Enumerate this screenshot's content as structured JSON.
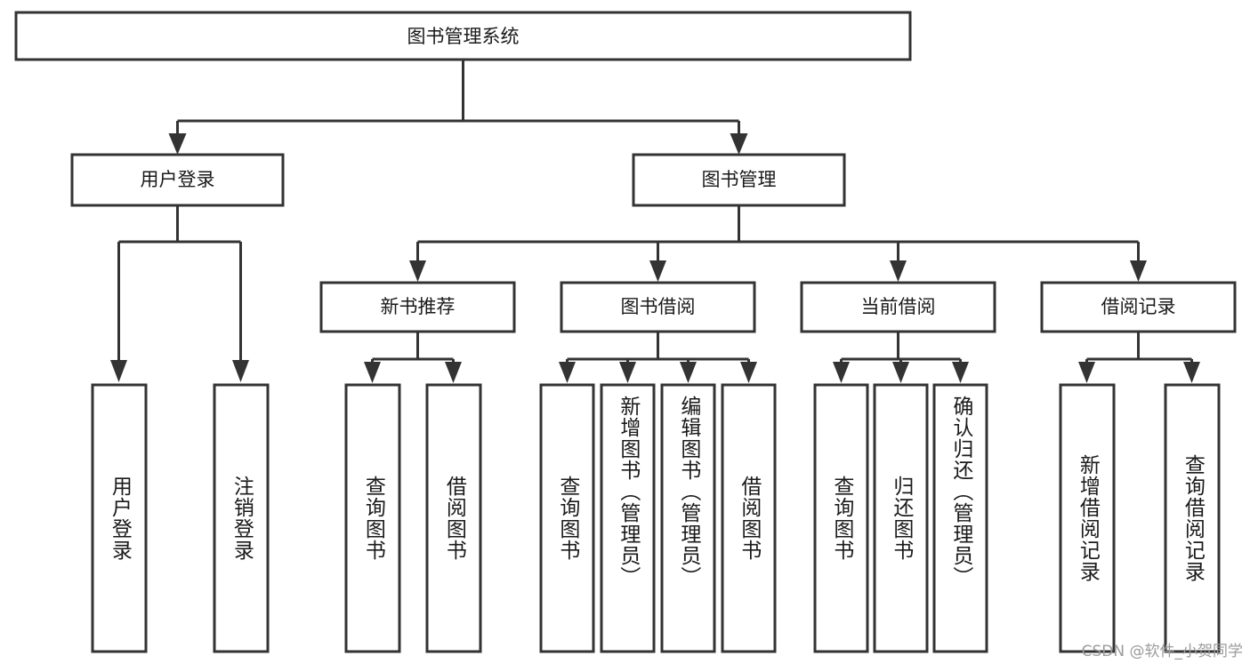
{
  "diagram": {
    "type": "tree-hierarchy",
    "title": "图书管理系统",
    "root": {
      "id": "root",
      "label": "图书管理系统"
    },
    "level2": [
      {
        "id": "user-login",
        "label": "用户登录"
      },
      {
        "id": "book-manage",
        "label": "图书管理"
      }
    ],
    "level3": [
      {
        "id": "new-book-recommend",
        "label": "新书推荐",
        "parent": "book-manage"
      },
      {
        "id": "book-borrow",
        "label": "图书借阅",
        "parent": "book-manage"
      },
      {
        "id": "current-borrow",
        "label": "当前借阅",
        "parent": "book-manage"
      },
      {
        "id": "borrow-record",
        "label": "借阅记录",
        "parent": "book-manage"
      }
    ],
    "leaves": [
      {
        "id": "leaf-user-login",
        "label": "用户登录",
        "parent": "user-login"
      },
      {
        "id": "leaf-user-logout",
        "label": "注销登录",
        "parent": "user-login"
      },
      {
        "id": "leaf-query-book-1",
        "label": "查询图书",
        "parent": "new-book-recommend"
      },
      {
        "id": "leaf-borrow-book-1",
        "label": "借阅图书",
        "parent": "new-book-recommend"
      },
      {
        "id": "leaf-query-book-2",
        "label": "查询图书",
        "parent": "book-borrow"
      },
      {
        "id": "leaf-add-book",
        "label": "新增图书（管理员）",
        "parent": "book-borrow"
      },
      {
        "id": "leaf-edit-book",
        "label": "编辑图书（管理员）",
        "parent": "book-borrow"
      },
      {
        "id": "leaf-borrow-book-2",
        "label": "借阅图书",
        "parent": "book-borrow"
      },
      {
        "id": "leaf-query-book-3",
        "label": "查询图书",
        "parent": "current-borrow"
      },
      {
        "id": "leaf-return-book",
        "label": "归还图书",
        "parent": "current-borrow"
      },
      {
        "id": "leaf-confirm-return",
        "label": "确认归还（管理员）",
        "parent": "current-borrow"
      },
      {
        "id": "leaf-add-record",
        "label": "新增借阅记录",
        "parent": "borrow-record"
      },
      {
        "id": "leaf-query-record",
        "label": "查询借阅记录",
        "parent": "borrow-record"
      }
    ],
    "colors": {
      "stroke": "#333333",
      "fill": "#ffffff",
      "text": "#1a1a1a",
      "watermark": "#9b9b9b"
    }
  },
  "watermark": {
    "text": "CSDN @软件_小贺同学"
  }
}
